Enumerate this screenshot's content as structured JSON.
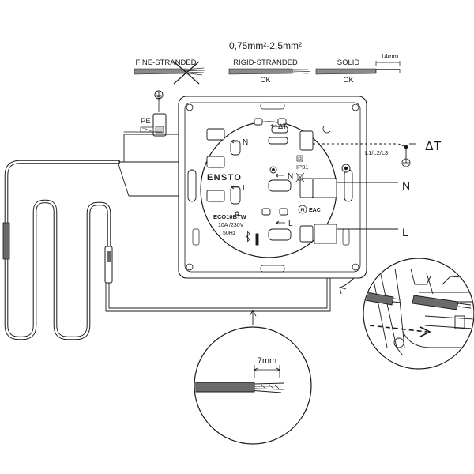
{
  "wire_spec": {
    "cross_section": "0,75mm²-2,5mm²",
    "strip_length": "14mm",
    "types": [
      {
        "label": "FINE-STRANDED",
        "status": ""
      },
      {
        "label": "RIGID-STRANDED",
        "status": "OK"
      },
      {
        "label": "SOLID",
        "status": "OK"
      }
    ]
  },
  "device": {
    "brand": "ENSTO",
    "model": "ECO10BTW",
    "rating": "10A /230V",
    "frequency": "50Hz",
    "ip_rating": "IP31",
    "icons": [
      "moon-icon",
      "bluetooth-icon",
      "fi-cert-icon",
      "eac-cert-icon",
      "weee-bin-icon",
      "class-ii-icon"
    ]
  },
  "terminals": {
    "delta_t_small": "ΔT",
    "left_n": "N",
    "left_l": "L",
    "mid_n": "N",
    "mid_l": "L"
  },
  "external_labels": {
    "pe": "PE",
    "line_select": "L1/L2/L3",
    "delta_t": "ΔT",
    "n": "N",
    "l": "L",
    "strip": "7mm"
  },
  "colors": {
    "line": "#1a1a1a",
    "wire_gray": "#9a9a9a",
    "insulation_dark": "#555555"
  }
}
